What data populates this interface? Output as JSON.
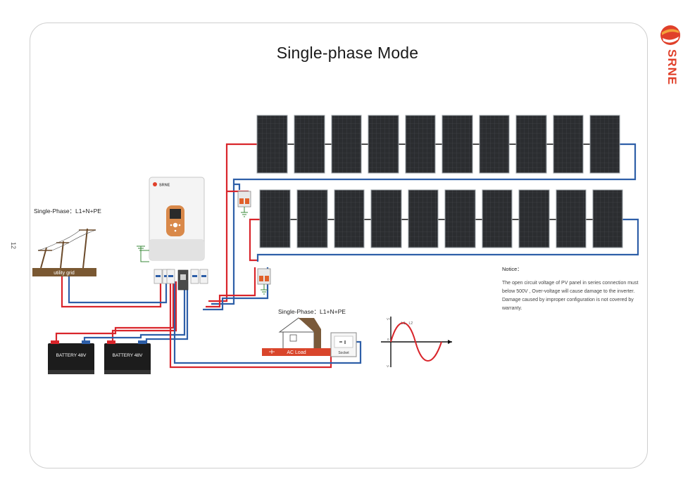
{
  "page": {
    "title": "Single-phase Mode",
    "page_number": "12"
  },
  "brand": {
    "name": "SRNE",
    "accent": "#e0402a"
  },
  "grid": {
    "phase_label": "Single-Phase：L1+N+PE",
    "utility_label": "utility grid"
  },
  "inverter": {
    "logo_text": "SRNE"
  },
  "batteries": [
    {
      "label": "BATTERY 48V"
    },
    {
      "label": "BATTERY 48V"
    }
  ],
  "load": {
    "phase_label": "Single-Phase：L1+N+PE",
    "ac_load_label": "AC Load",
    "socket_label": "Socket"
  },
  "waveform": {
    "series_label": "L1、L2",
    "y_pos": "V+",
    "y_neg": "V-",
    "origin": "0"
  },
  "notice": {
    "title": "Notice：",
    "text": "The open circuit voltage of PV panel in series connection must below 500V , Over-voltage will cause damage to the inverter. Damage caused by improper configuration is not covered by warranty."
  },
  "colors": {
    "positive_wire": "#d9252b",
    "negative_wire": "#2e5fa8",
    "panel": "#2b2d30",
    "battery": "#1c1c1c"
  }
}
